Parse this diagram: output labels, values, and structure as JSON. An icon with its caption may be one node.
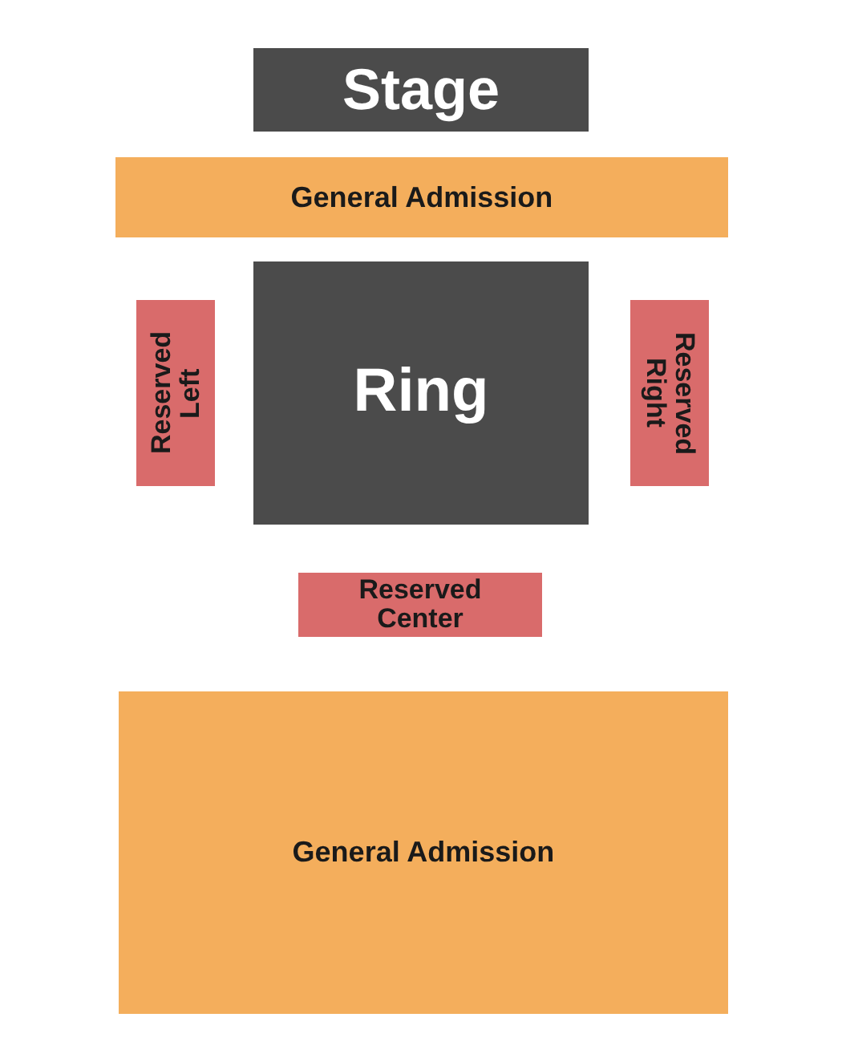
{
  "diagram": {
    "nodes": [
      {
        "text": [
          "Stage"
        ]
      },
      {
        "text": [
          "General Admission"
        ]
      },
      {
        "text": [
          "Ring"
        ]
      },
      {
        "text": [
          "Reserved Left"
        ]
      },
      {
        "text": [
          "Reserved Right"
        ]
      },
      {
        "text": [
          "Reserved Center"
        ]
      },
      {
        "text": [
          "General Admission"
        ]
      }
    ]
  }
}
